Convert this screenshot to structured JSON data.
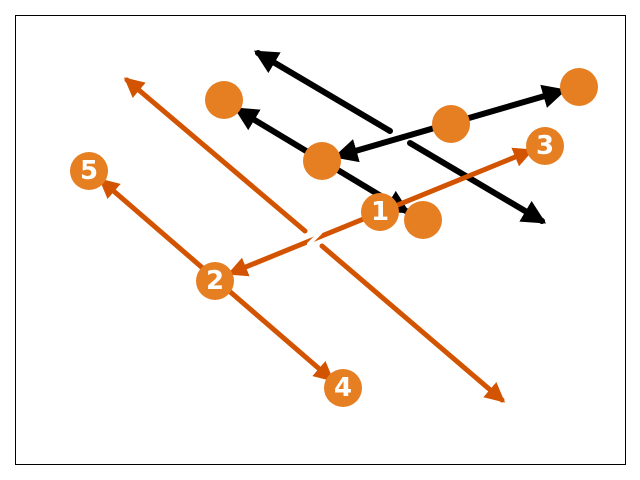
{
  "colors": {
    "background": "#ffffff",
    "frame": "#000000",
    "black_arrow": "#000000",
    "orange_arrow": "#d35400",
    "node_fill": "#e67e22",
    "node_label": "#ffffff",
    "gap_mask": "#ffffff"
  },
  "nodes": [
    {
      "id": "1",
      "label": "1"
    },
    {
      "id": "2",
      "label": "2"
    },
    {
      "id": "3",
      "label": "3"
    },
    {
      "id": "4",
      "label": "4"
    },
    {
      "id": "5",
      "label": "5"
    },
    {
      "id": "a",
      "label": ""
    },
    {
      "id": "b",
      "label": ""
    },
    {
      "id": "c",
      "label": ""
    },
    {
      "id": "d",
      "label": ""
    },
    {
      "id": "e",
      "label": ""
    }
  ],
  "edges": [
    {
      "id": "black-long-diagonal",
      "color": "black",
      "arrow": "both",
      "broken": true
    },
    {
      "id": "black-a-to-d",
      "color": "black",
      "arrow": "both",
      "broken": false
    },
    {
      "id": "black-e-to-b",
      "color": "black",
      "arrow": "both",
      "broken": false
    },
    {
      "id": "orange-long-diagonal",
      "color": "orange",
      "arrow": "both",
      "broken": true
    },
    {
      "id": "orange-2-to-3",
      "color": "orange",
      "arrow": "both",
      "broken": false
    },
    {
      "id": "orange-5-to-4",
      "color": "orange",
      "arrow": "both",
      "broken": false
    }
  ]
}
